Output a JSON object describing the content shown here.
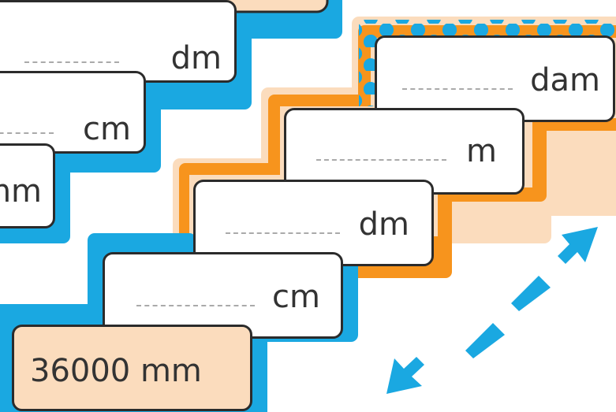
{
  "start_value": "36000 mm",
  "left_steps": {
    "units": [
      "dm",
      "cm",
      "mm"
    ],
    "band_color": "#1aa8e1"
  },
  "right_steps": {
    "units": [
      "cm",
      "dm",
      "m",
      "dam"
    ],
    "colors": {
      "blue": "#1aa8e1",
      "orange": "#f7941d",
      "peach": "#fbdcbd"
    }
  },
  "decorations": {
    "arrows": "double-headed-dashed-arrow-icon",
    "pattern": "blue-polka-dot-pattern"
  }
}
